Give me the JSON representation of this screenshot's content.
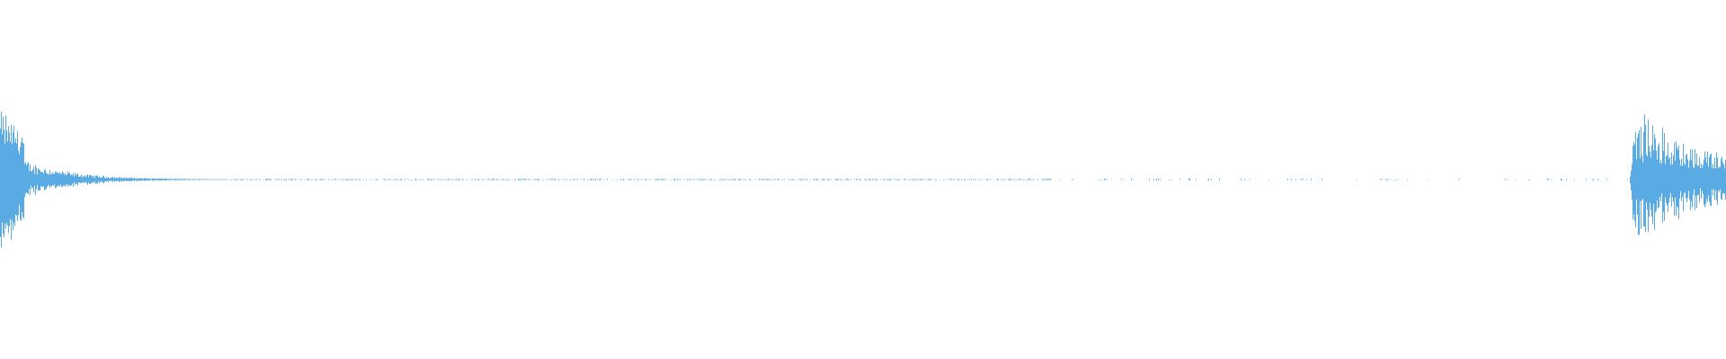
{
  "waveform": {
    "color": "#5aabe3",
    "background": "#ffffff",
    "segments": [
      {
        "name": "attack-burst",
        "start": 0.0,
        "end": 0.014,
        "peak": 1.0,
        "decay": 0.3
      },
      {
        "name": "decay-tail",
        "start": 0.014,
        "end": 0.13,
        "peak": 0.28,
        "decay": 4.2
      },
      {
        "name": "silence-low-noise",
        "start": 0.13,
        "end": 0.61,
        "peak": 0.01,
        "decay": 0.0
      },
      {
        "name": "sparse-ticks",
        "start": 0.61,
        "end": 0.945,
        "peak": 0.008,
        "decay": 0.0
      },
      {
        "name": "second-burst",
        "start": 0.944,
        "end": 1.0,
        "peak": 1.0,
        "decay": 1.4
      }
    ]
  }
}
